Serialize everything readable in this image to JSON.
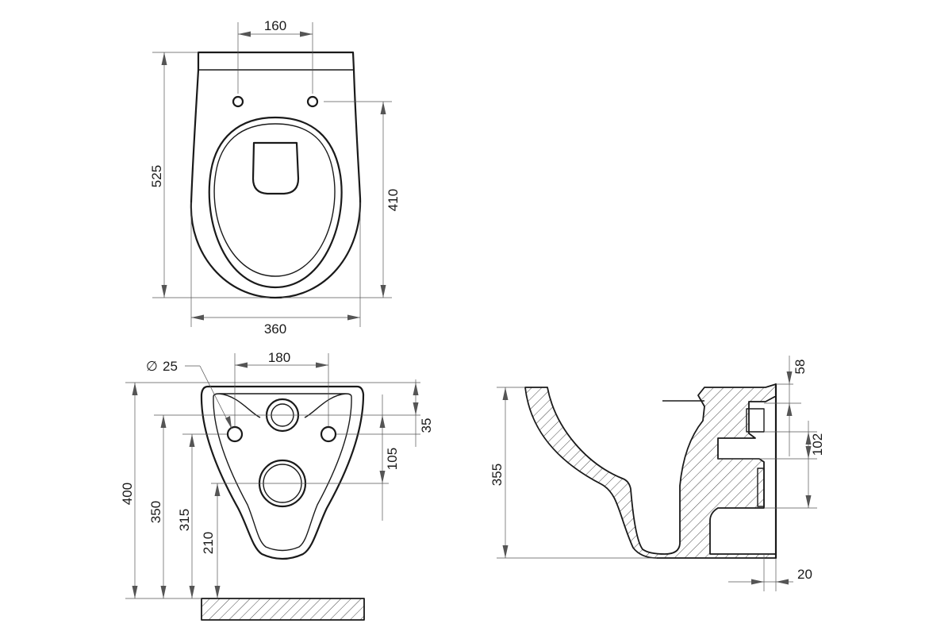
{
  "top_view": {
    "dims": {
      "bolt_spacing": "160",
      "total_length": "525",
      "bolt_to_front": "410",
      "width": "360"
    }
  },
  "rear_view": {
    "dims": {
      "hole_diameter": "25",
      "hole_spacing": "180",
      "overall_height": "400",
      "hole_height": "350",
      "inlet_height": "315",
      "outlet_height": "210",
      "top_to_inlet": "35",
      "inlet_to_outlet": "105"
    },
    "diameter_symbol": "∅"
  },
  "side_view": {
    "dims": {
      "height": "355",
      "inlet_offset": "58",
      "inlet_outlet_gap": "102",
      "wall_offset": "20"
    }
  }
}
